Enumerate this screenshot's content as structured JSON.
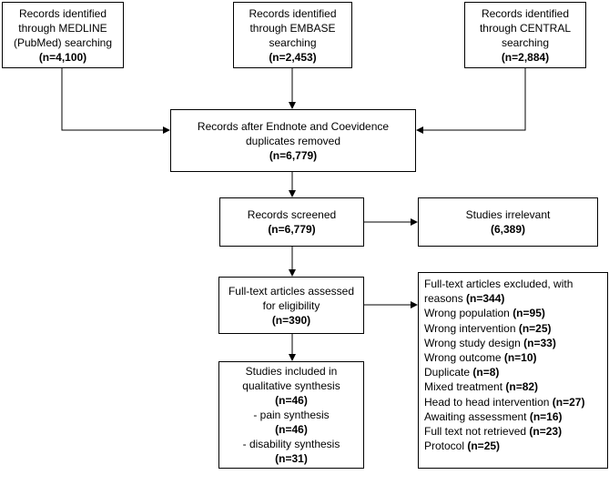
{
  "sources": {
    "medline": {
      "line1": "Records identified",
      "line2": "through MEDLINE",
      "line3": "(PubMed) searching",
      "count": "(n=4,100)"
    },
    "embase": {
      "line1": "Records identified",
      "line2": "through EMBASE",
      "line3": "searching",
      "count": "(n=2,453)"
    },
    "central": {
      "line1": "Records identified",
      "line2": "through CENTRAL",
      "line3": "searching",
      "count": "(n=2,884)"
    }
  },
  "dedup": {
    "line1": "Records after Endnote and Coevidence",
    "line2": "duplicates removed",
    "count": "(n=6,779)"
  },
  "screened": {
    "line1": "Records screened",
    "count": "(n=6,779)"
  },
  "irrelevant": {
    "line1": "Studies irrelevant",
    "count": "(6,389)"
  },
  "fulltext": {
    "line1": "Full-text articles assessed",
    "line2": "for eligibility",
    "count": "(n=390)"
  },
  "excluded": {
    "header1": "Full-text articles excluded, with",
    "header2_prefix": "reasons ",
    "header2_count": "(n=344)",
    "reasons": [
      {
        "label": "Wrong population ",
        "count": "(n=95)"
      },
      {
        "label": "Wrong intervention ",
        "count": "(n=25)"
      },
      {
        "label": "Wrong study design ",
        "count": "(n=33)"
      },
      {
        "label": "Wrong outcome ",
        "count": "(n=10)"
      },
      {
        "label": "Duplicate ",
        "count": "(n=8)"
      },
      {
        "label": "Mixed treatment ",
        "count": "(n=82)"
      },
      {
        "label": "Head to head intervention ",
        "count": "(n=27)"
      },
      {
        "label": "Awaiting assessment ",
        "count": "(n=16)"
      },
      {
        "label": "Full text not retrieved ",
        "count": "(n=23)"
      },
      {
        "label": "Protocol ",
        "count": "(n=25)"
      }
    ]
  },
  "included": {
    "line1": "Studies included in",
    "line2": "qualitative synthesis",
    "count": "(n=46)",
    "pain_label": "- pain synthesis",
    "pain_count": "(n=46)",
    "disability_label": "- disability synthesis",
    "disability_count": "(n=31)"
  },
  "colors": {
    "stroke": "#000000",
    "background": "#ffffff"
  }
}
